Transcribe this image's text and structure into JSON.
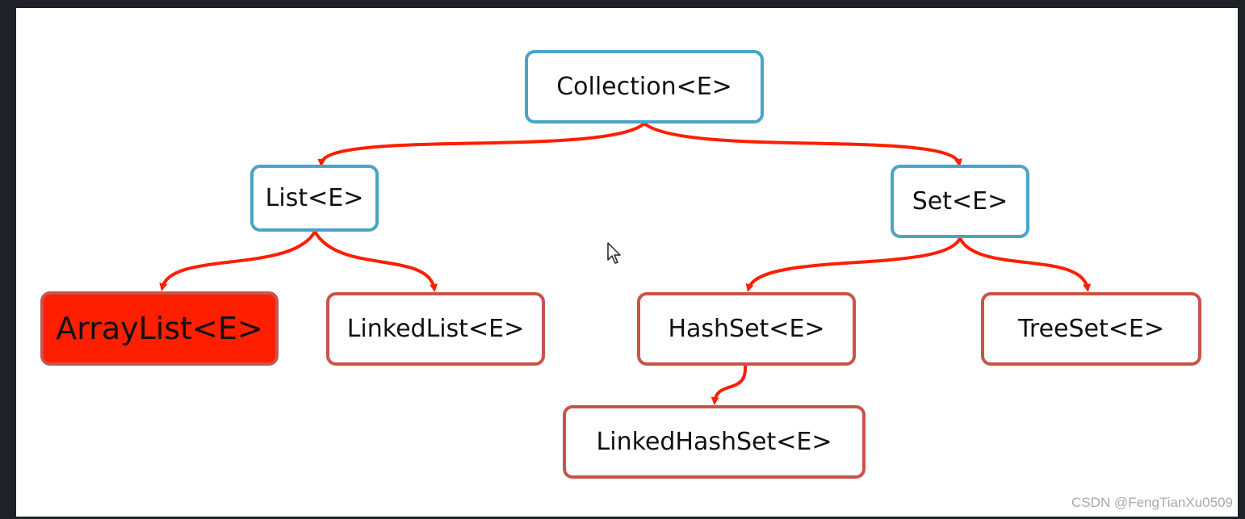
{
  "nodes": {
    "collection": "Collection<E>",
    "list": "List<E>",
    "set": "Set<E>",
    "arraylist": "ArrayList<E>",
    "linkedlist": "LinkedList<E>",
    "hashset": "HashSet<E>",
    "treeset": "TreeSet<E>",
    "linkedhashset": "LinkedHashSet<E>"
  },
  "watermark": "CSDN @FengTianXu0509",
  "colors": {
    "interface_border": "#4aa3c9",
    "class_border": "#c8544a",
    "highlight_fill": "#fe1e00",
    "arrow": "#fe1e00",
    "background": "#ffffff",
    "frame": "#1f2228"
  },
  "cursor_icon": "mouse-pointer-icon"
}
